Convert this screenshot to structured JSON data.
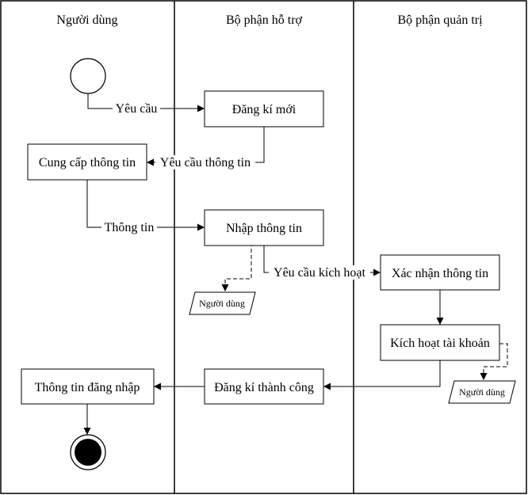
{
  "swimlanes": [
    {
      "title": "Người dùng"
    },
    {
      "title": "Bộ phận hỗ trợ"
    },
    {
      "title": "Bộ phận quản trị"
    }
  ],
  "activities": {
    "dang_ki_moi": "Đăng kí mới",
    "cung_cap_thong_tin": "Cung cấp thông tin",
    "nhap_thong_tin": "Nhập thông tin",
    "xac_nhan_thong_tin": "Xác nhận thông tin",
    "kich_hoat_tai_khoan": "Kích hoạt tài khoản",
    "dang_ki_thanh_cong": "Đăng kí thành công",
    "thong_tin_dang_nhap": "Thông tin đăng nhập"
  },
  "edge_labels": {
    "yeu_cau": "Yêu cầu",
    "yeu_cau_thong_tin": "Yêu cầu thông tin",
    "thong_tin": "Thông tin",
    "yeu_cau_kich_hoat": "Yêu cầu kích hoạt"
  },
  "objects": {
    "nguoi_dung_1": "Người dùng",
    "nguoi_dung_2": "Người dùng"
  }
}
